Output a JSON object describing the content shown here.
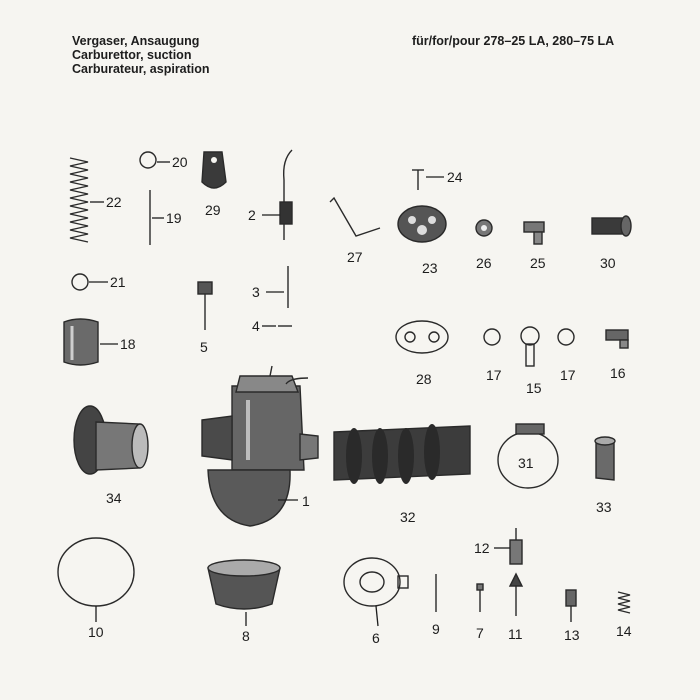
{
  "header": {
    "title_de": "Vergaser, Ansaugung",
    "title_en": "Carburettor, suction",
    "title_fr": "Carburateur, aspiration",
    "applies_to": "für/for/pour 278–25 LA, 280–75 LA"
  },
  "parts": {
    "p1": "1",
    "p2": "2",
    "p3": "3",
    "p4": "4",
    "p5": "5",
    "p6": "6",
    "p7": "7",
    "p8": "8",
    "p9": "9",
    "p10": "10",
    "p11": "11",
    "p12": "12",
    "p13": "13",
    "p14": "14",
    "p15": "15",
    "p16": "16",
    "p17a": "17",
    "p17b": "17",
    "p18": "18",
    "p19": "19",
    "p20": "20",
    "p21": "21",
    "p22": "22",
    "p23": "23",
    "p24": "24",
    "p25": "25",
    "p26": "26",
    "p27": "27",
    "p28": "28",
    "p29": "29",
    "p30": "30",
    "p31": "31",
    "p32": "32",
    "p33": "33",
    "p34": "34"
  }
}
